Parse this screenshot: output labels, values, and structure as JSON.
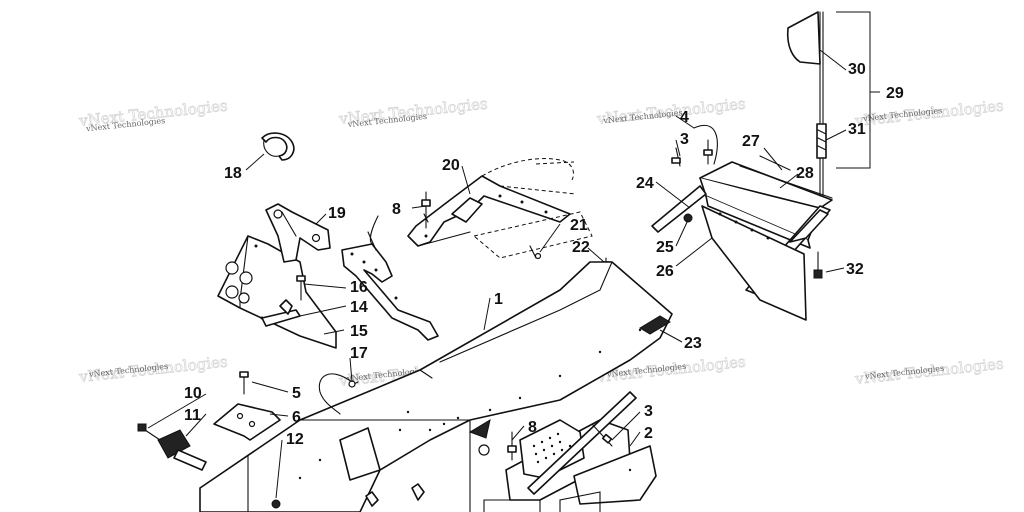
{
  "watermark": "vNext Technologies",
  "callouts": [
    "1",
    "2",
    "3",
    "3",
    "4",
    "5",
    "6",
    "8",
    "8",
    "10",
    "11",
    "12",
    "14",
    "15",
    "16",
    "17",
    "18",
    "19",
    "20",
    "21",
    "22",
    "23",
    "24",
    "25",
    "26",
    "27",
    "28",
    "29",
    "30",
    "31",
    "32"
  ]
}
